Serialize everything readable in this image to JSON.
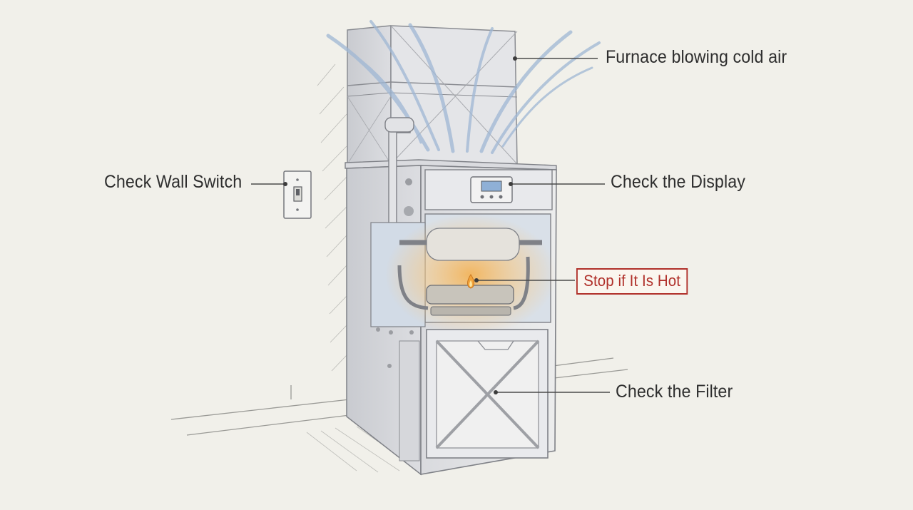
{
  "labels": {
    "cold_air": "Furnace blowing cold air",
    "wall_switch": "Check Wall Switch",
    "display": "Check the Display",
    "hot_warning": "Stop if It Is Hot",
    "filter": "Check the Filter"
  },
  "colors": {
    "paper": "#f1f0ea",
    "ink": "#2e2e2e",
    "warning": "#b0302a",
    "cold_air": "#9fb7d4",
    "flame_glow": "#f3b45a",
    "display_screen": "#8fb0d6"
  },
  "icons": [
    "airflow-icon",
    "wall-switch-icon",
    "control-display-icon",
    "burner-flame-icon",
    "air-filter-icon"
  ]
}
